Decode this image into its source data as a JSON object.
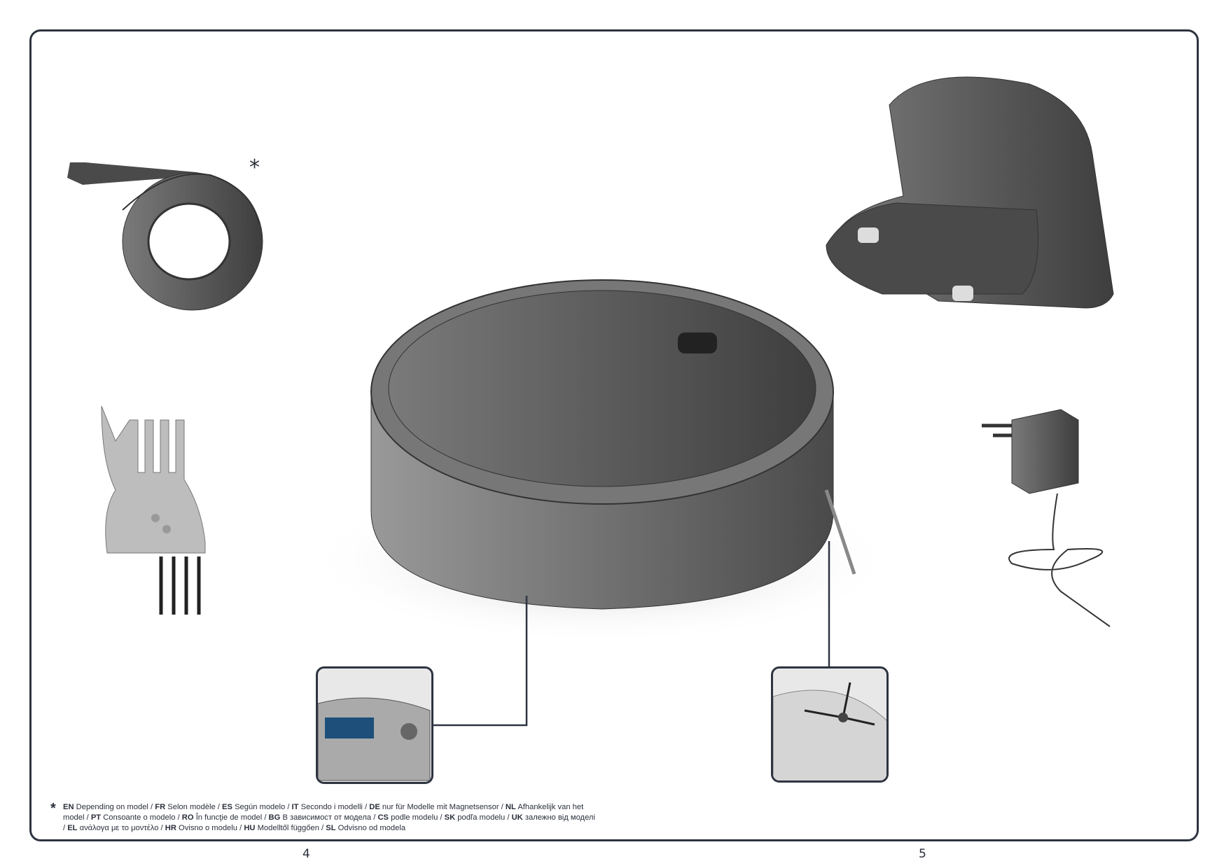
{
  "marker": "*",
  "footnote": [
    {
      "code": "EN",
      "text": "Depending on model"
    },
    {
      "code": "FR",
      "text": "Selon modèle"
    },
    {
      "code": "ES",
      "text": "Según modelo"
    },
    {
      "code": "IT",
      "text": "Secondo i modelli"
    },
    {
      "code": "DE",
      "text": "nur für Modelle mit Magnetsensor"
    },
    {
      "code": "NL",
      "text": "Afhankelijk van het model"
    },
    {
      "code": "PT",
      "text": "Consoante o modelo"
    },
    {
      "code": "RO",
      "text": "În funcţie de model"
    },
    {
      "code": "BG",
      "text": "В зависимост от модела"
    },
    {
      "code": "CS",
      "text": "podle modelu"
    },
    {
      "code": "SK",
      "text": "podľa modelu"
    },
    {
      "code": "UK",
      "text": "залежно від моделі"
    },
    {
      "code": "EL",
      "text": "ανάλογα με το μοντέλο"
    },
    {
      "code": "HR",
      "text": "Ovisno o modelu"
    },
    {
      "code": "HU",
      "text": "Modelltől függően"
    },
    {
      "code": "SL",
      "text": "Odvisno od modela"
    }
  ],
  "pages": {
    "left": "4",
    "right": "5"
  },
  "colors": {
    "frame": "#2e3440",
    "device": "#5a5a5a"
  }
}
